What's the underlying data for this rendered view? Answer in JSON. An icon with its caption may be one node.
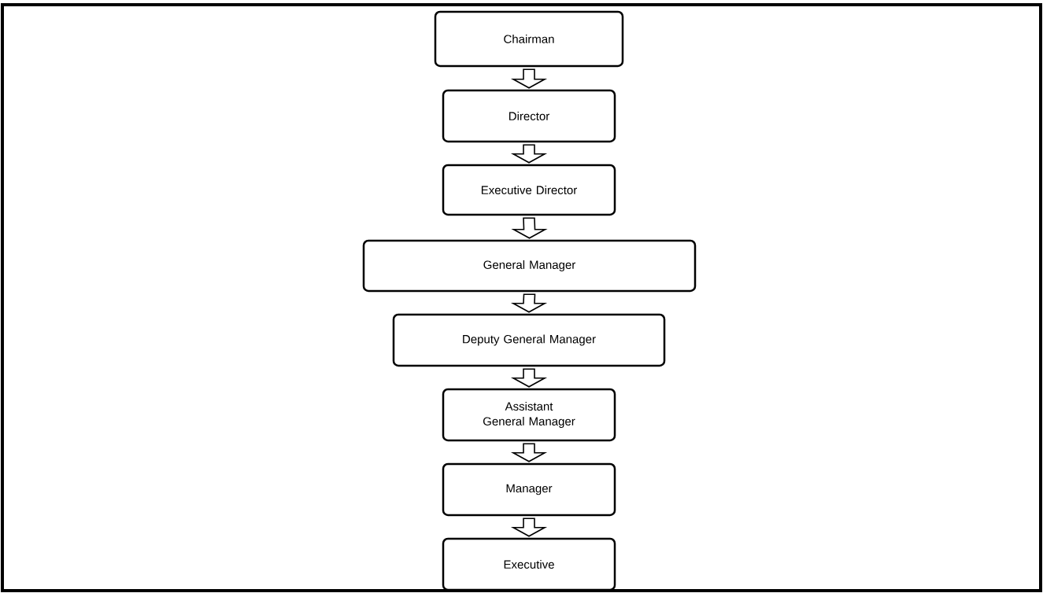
{
  "diagram": {
    "nodes": [
      {
        "text": [
          "Chairman"
        ]
      },
      {
        "text": [
          "Director"
        ]
      },
      {
        "text": [
          "Executive Director"
        ]
      },
      {
        "text": [
          "General Manager"
        ]
      },
      {
        "text": [
          "Deputy General Manager"
        ]
      },
      {
        "text": [
          "Assistant General Manager"
        ]
      },
      {
        "text": [
          "Manager"
        ]
      },
      {
        "text": [
          "Executive"
        ]
      }
    ],
    "edges": [
      {
        "from": 0,
        "to": 1,
        "arrow": "to"
      },
      {
        "from": 1,
        "to": 2,
        "arrow": "to"
      },
      {
        "from": 2,
        "to": 3,
        "arrow": "to"
      },
      {
        "from": 3,
        "to": 4,
        "arrow": "to"
      },
      {
        "from": 4,
        "to": 5,
        "arrow": "to"
      },
      {
        "from": 5,
        "to": 6,
        "arrow": "to"
      },
      {
        "from": 6,
        "to": 7,
        "arrow": "to"
      }
    ]
  }
}
